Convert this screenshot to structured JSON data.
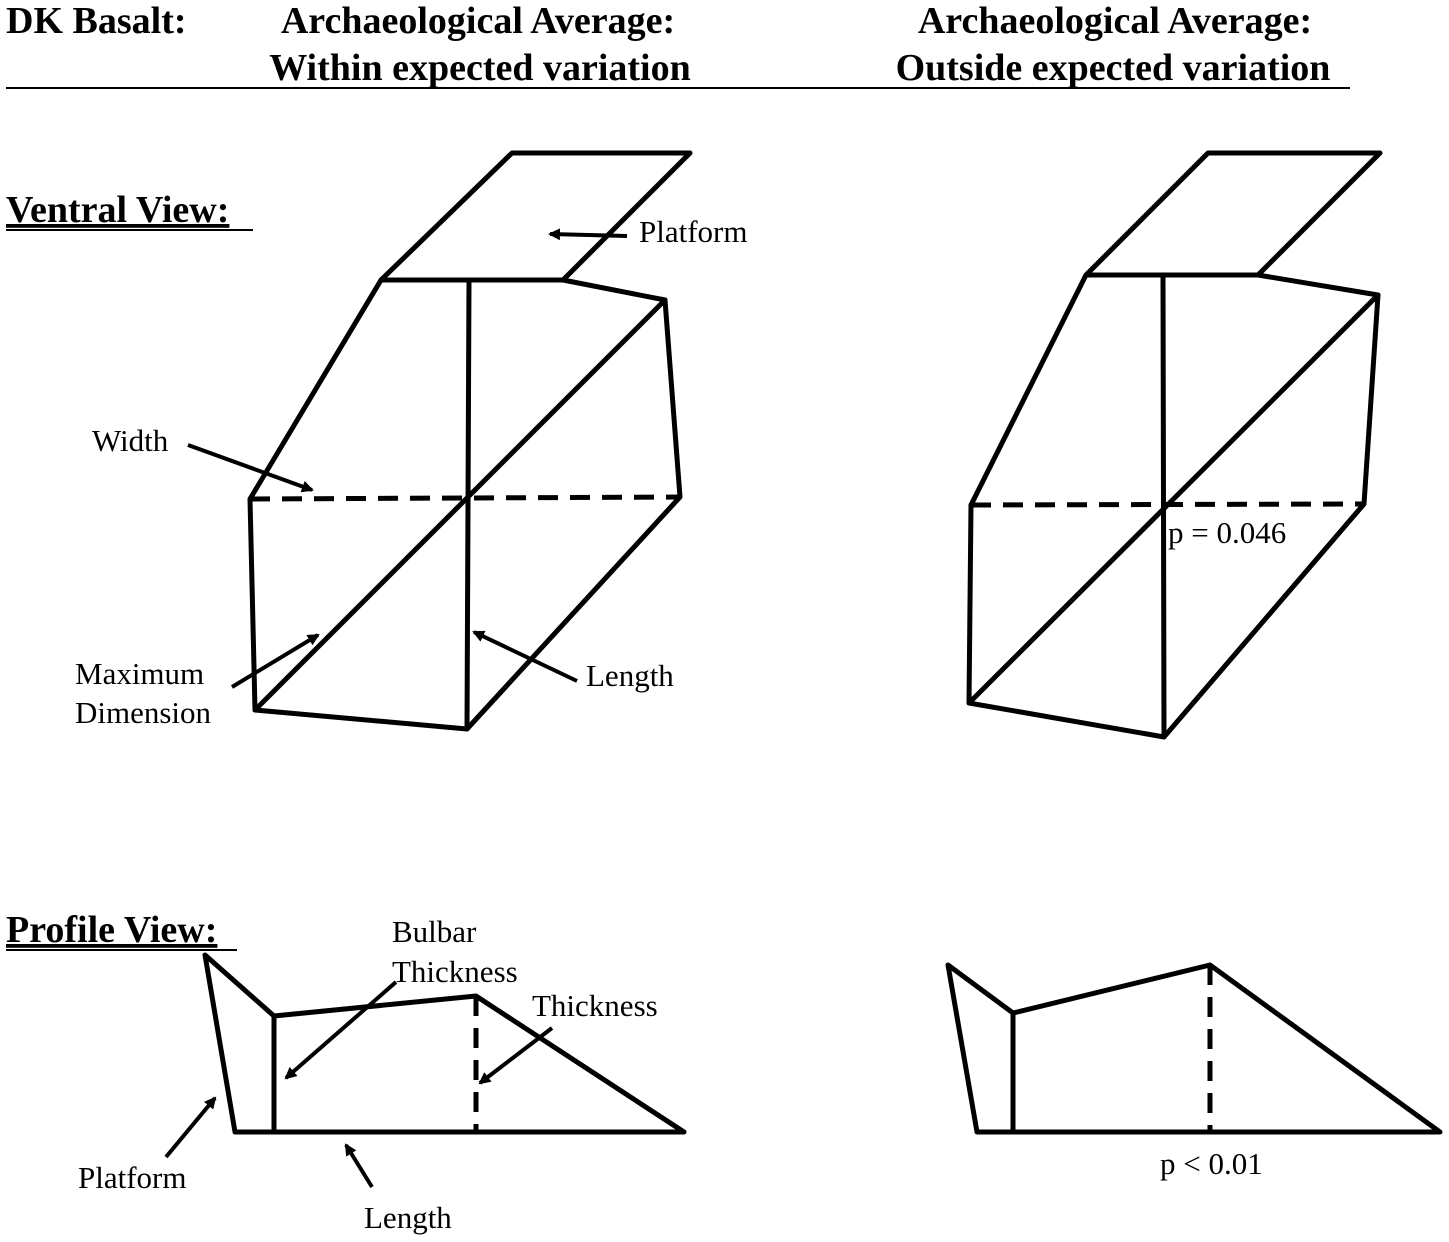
{
  "header": {
    "label_left": "DK Basalt:",
    "col1_line1": "Archaeological Average:",
    "col1_line2": "Within expected variation",
    "col2_line1": "Archaeological Average:",
    "col2_line2": "Outside expected variation"
  },
  "sections": {
    "ventral": "Ventral View:",
    "profile": "Profile View:"
  },
  "ventral_labels": {
    "platform": "Platform",
    "width": "Width",
    "max_dim_line1": "Maximum",
    "max_dim_line2": "Dimension",
    "length": "Length",
    "p_value": "p = 0.046"
  },
  "profile_labels": {
    "bulbar_line1": "Bulbar",
    "bulbar_line2": "Thickness",
    "thickness": "Thickness",
    "platform": "Platform",
    "length": "Length",
    "p_value": "p < 0.01"
  }
}
